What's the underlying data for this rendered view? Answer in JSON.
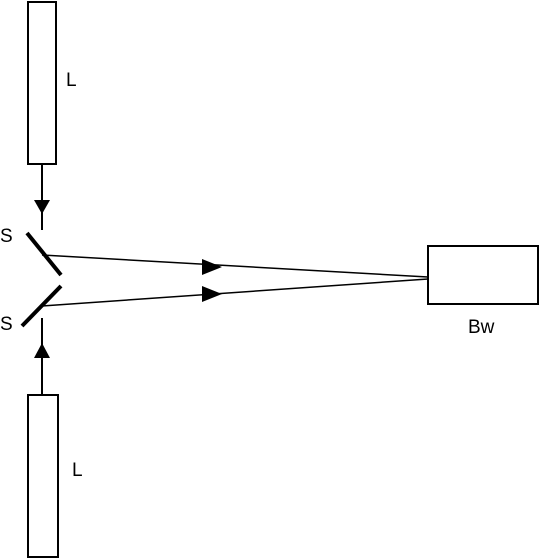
{
  "diagram": {
    "labels": {
      "laser_top": "L",
      "laser_bottom": "L",
      "splitter_top": "S",
      "splitter_bottom": "S",
      "target": "Bw"
    },
    "colors": {
      "stroke": "#000000",
      "background": "#ffffff"
    }
  }
}
